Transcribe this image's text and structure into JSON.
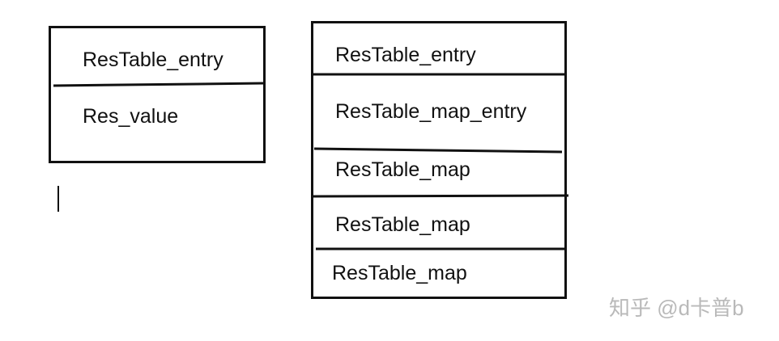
{
  "diagram": {
    "left_box": {
      "labels": [
        "ResTable_entry",
        "Res_value"
      ]
    },
    "right_box": {
      "labels": [
        "ResTable_entry",
        "ResTable_map_entry",
        "ResTable_map",
        "ResTable_map",
        "ResTable_map"
      ]
    },
    "watermark": "知乎 @d卡普b"
  }
}
